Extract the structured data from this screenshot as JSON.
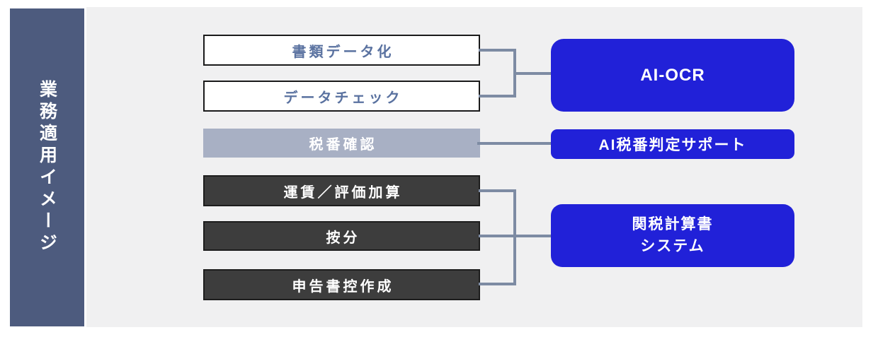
{
  "diagram": {
    "sidebar_label": "業務適用イメージ",
    "process_steps": [
      {
        "label": "書類データ化",
        "style": "white"
      },
      {
        "label": "データチェック",
        "style": "white"
      },
      {
        "label": "税番確認",
        "style": "muted"
      },
      {
        "label": "運賃／評価加算",
        "style": "dark"
      },
      {
        "label": "按分",
        "style": "dark"
      },
      {
        "label": "申告書控作成",
        "style": "dark"
      }
    ],
    "solutions": [
      {
        "label": "AI-OCR"
      },
      {
        "label": "AI税番判定サポート"
      },
      {
        "label": "関税計算書システム",
        "line1": "関税計算書",
        "line2": "システム"
      }
    ]
  },
  "colors": {
    "sidebar_bg": "#4d5b7e",
    "panel_bg": "#f0f0f1",
    "accent_blue": "#2121d8",
    "muted_step_bg": "#a8b0c4",
    "dark_step_bg": "#3d3d3d",
    "white_step_text": "#5a72a0",
    "connector": "#7d8ba3"
  }
}
